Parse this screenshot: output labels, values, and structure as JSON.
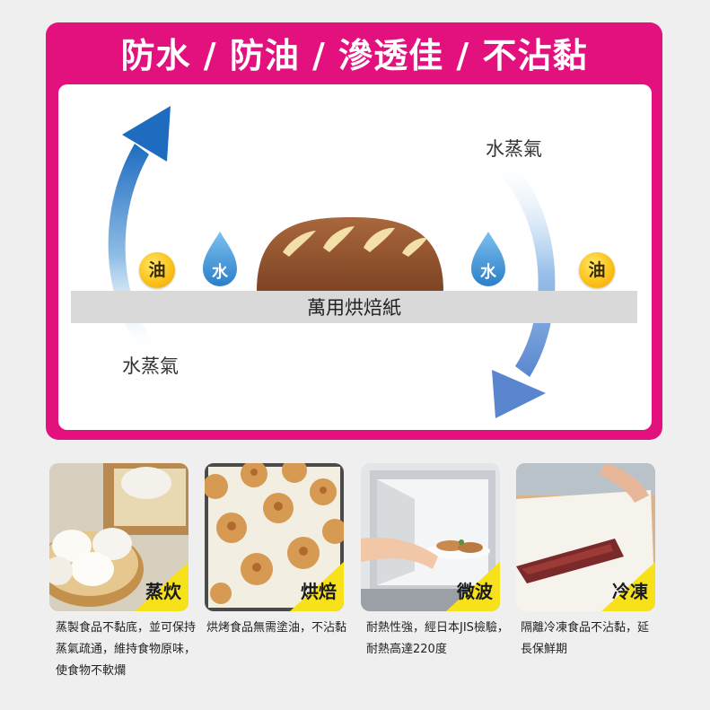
{
  "title": "防水 / 防油 / 滲透佳 / 不沾黏",
  "diagram": {
    "vapor_left": "水蒸氣",
    "vapor_right": "水蒸氣",
    "paper_label": "萬用烘焙紙",
    "oil_label": "油",
    "water_label": "水"
  },
  "uses": [
    {
      "tag": "蒸炊",
      "desc": [
        "蒸製食品不黏底，並可保持",
        "蒸氣疏通，維持食物原味，",
        "使食物不軟爛"
      ]
    },
    {
      "tag": "烘焙",
      "desc": [
        "烘烤食品無需塗油，不沾黏"
      ]
    },
    {
      "tag": "微波",
      "desc": [
        "耐熱性強，經日本JIS檢驗，",
        "耐熱高達220度"
      ]
    },
    {
      "tag": "冷凍",
      "desc": [
        "隔離冷凍食品不沾黏，延",
        "長保鮮期"
      ]
    }
  ],
  "colors": {
    "panel": "#e2117e",
    "tag_yellow": "#f6e11a",
    "arrow_blue": "#1f6fc0",
    "oil_gold": "#fbc21a",
    "water_blue": "#3d8fd1",
    "bread_brown": "#9a5a34"
  }
}
